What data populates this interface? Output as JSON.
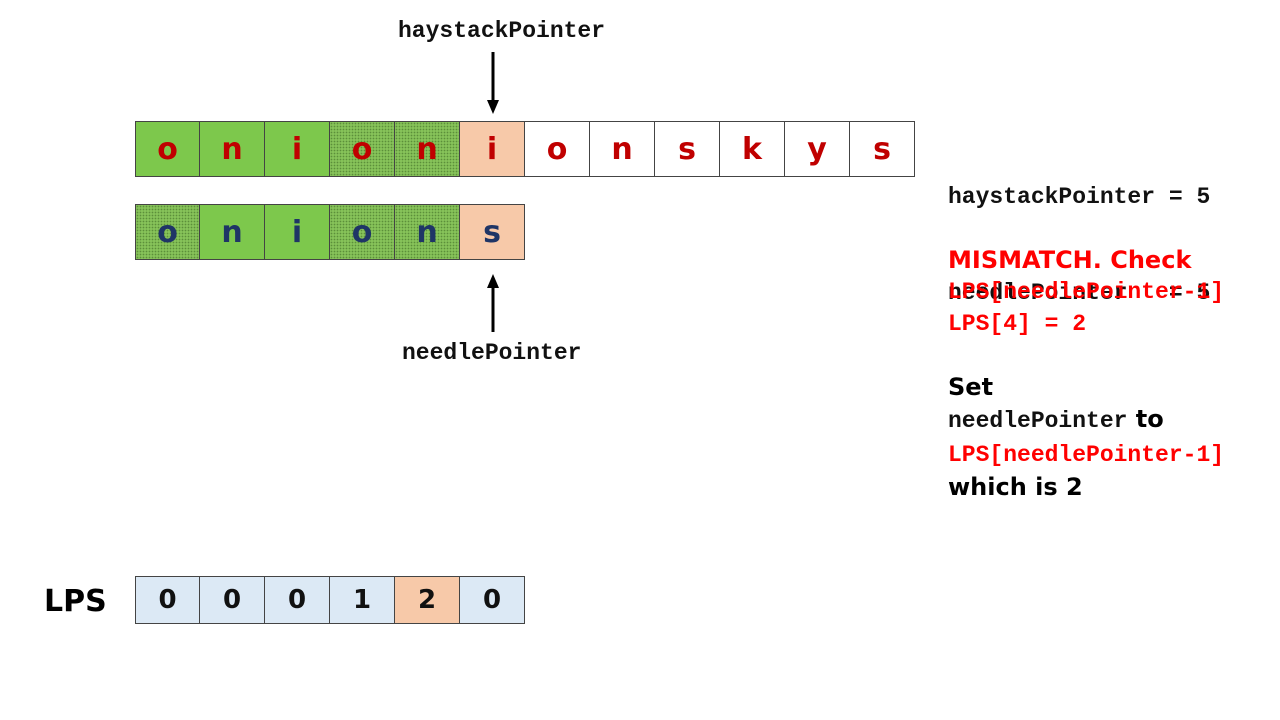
{
  "haystack": {
    "label": "haystackPointer",
    "cells": [
      {
        "char": "o",
        "style": "green"
      },
      {
        "char": "n",
        "style": "green"
      },
      {
        "char": "i",
        "style": "green"
      },
      {
        "char": "o",
        "style": "dotted"
      },
      {
        "char": "n",
        "style": "dotted"
      },
      {
        "char": "i",
        "style": "peach"
      },
      {
        "char": "o",
        "style": "white"
      },
      {
        "char": "n",
        "style": "white"
      },
      {
        "char": "s",
        "style": "white"
      },
      {
        "char": "k",
        "style": "white"
      },
      {
        "char": "y",
        "style": "white"
      },
      {
        "char": "s",
        "style": "white"
      }
    ]
  },
  "needle": {
    "label": "needlePointer",
    "cells": [
      {
        "char": "o",
        "style": "dotted"
      },
      {
        "char": "n",
        "style": "green"
      },
      {
        "char": "i",
        "style": "green"
      },
      {
        "char": "o",
        "style": "dotted"
      },
      {
        "char": "n",
        "style": "dotted"
      },
      {
        "char": "s",
        "style": "peach"
      }
    ]
  },
  "lps": {
    "label": "LPS",
    "cells": [
      {
        "value": "0",
        "style": "blue"
      },
      {
        "value": "0",
        "style": "blue"
      },
      {
        "value": "0",
        "style": "blue"
      },
      {
        "value": "1",
        "style": "blue"
      },
      {
        "value": "2",
        "style": "peach"
      },
      {
        "value": "0",
        "style": "blue"
      }
    ]
  },
  "state": {
    "haystack_line": "haystackPointer = 5",
    "needle_line": "needlePointer   = 5"
  },
  "mismatch": {
    "heading": "MISMATCH. Check",
    "line1": "LPS[needlePointer-1]",
    "line2": "LPS[4] = 2"
  },
  "action": {
    "set": "Set",
    "needle_word": "needlePointer",
    "to_word": " to",
    "expr": "LPS[needlePointer-1]",
    "result": "which is 2"
  },
  "colors": {
    "green": "#7dc84c",
    "peach": "#f7c9a9",
    "lps_blue": "#dce9f5",
    "haystack_text": "#c00000",
    "needle_text": "#1f3566",
    "alert": "#ff0000"
  }
}
